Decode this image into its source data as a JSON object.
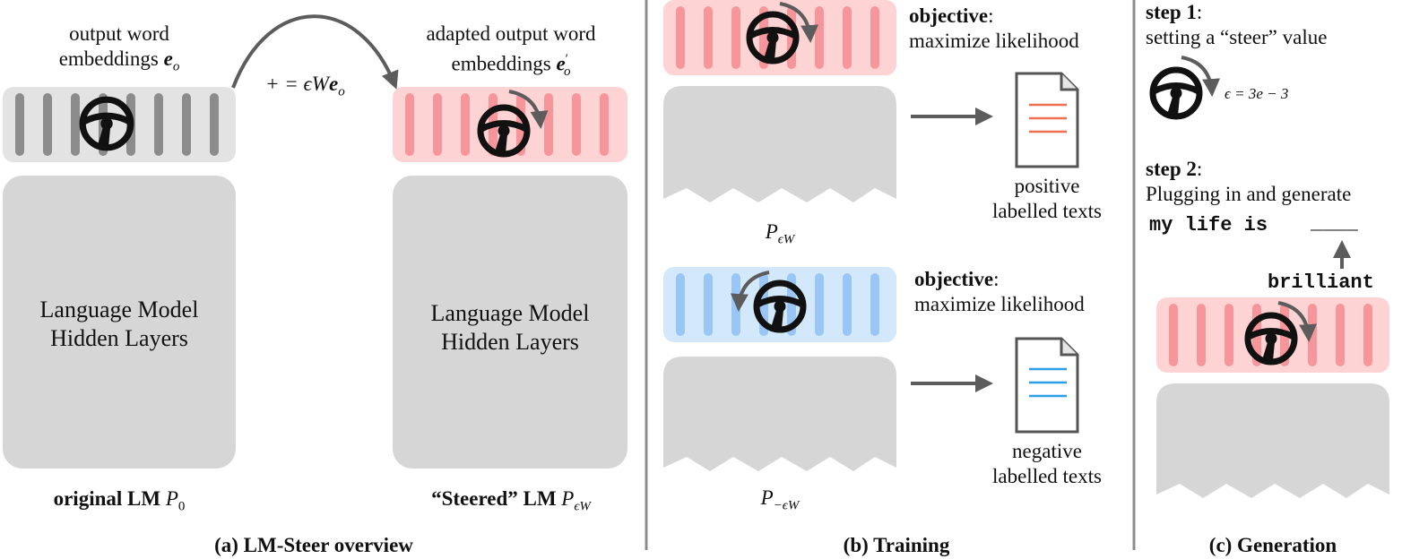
{
  "panel_a": {
    "caption": "(a) LM-Steer overview",
    "left_label_line1": "output word",
    "left_label_line2": "embeddings",
    "left_sym": "e",
    "left_sub": "o",
    "right_label_line1": "adapted output word",
    "right_label_line2": "embeddings",
    "right_sym": "e",
    "right_sub": "o",
    "right_prime": "′",
    "arrow_formula_prefix": "+ = ϵW",
    "arrow_sym": "e",
    "arrow_sub": "o",
    "hidden_layers_line1": "Language Model",
    "hidden_layers_line2": "Hidden Layers",
    "original_label": "original LM",
    "original_sym": "P",
    "original_sub": "0",
    "steered_label": "“Steered” LM",
    "steered_sym": "P",
    "steered_sub": "ϵW"
  },
  "panel_b": {
    "caption": "(b) Training",
    "objective_bold": "objective",
    "objective_colon": ":",
    "objective_text": "maximize likelihood",
    "top_model_sym": "P",
    "top_model_sub": "ϵW",
    "bottom_model_sym": "P",
    "bottom_model_sub": "−ϵW",
    "positive_line1": "positive",
    "positive_line2": "labelled texts",
    "negative_line1": "negative",
    "negative_line2": "labelled texts"
  },
  "panel_c": {
    "caption": "(c) Generation",
    "step1_bold": "step 1",
    "step1_colon": ":",
    "step1_text": "setting a “steer” value",
    "epsilon_value": "ϵ = 3e − 3",
    "step2_bold": "step 2",
    "step2_colon": ":",
    "step2_text": "Plugging in and generate",
    "prompt_text": "my life is",
    "blank": "____",
    "generated_word": "brilliant"
  },
  "colors": {
    "gray_bar": "#8c8c8c",
    "gray_box": "#d6d6d6",
    "red_bar": "#f7969a",
    "red_box": "#fdd3d4",
    "blue_bar": "#99c6f5",
    "blue_box": "#d3e8fb",
    "arrow": "#5c5c5c",
    "red_line": "#ef6f55",
    "blue_line": "#2f9ee8"
  }
}
